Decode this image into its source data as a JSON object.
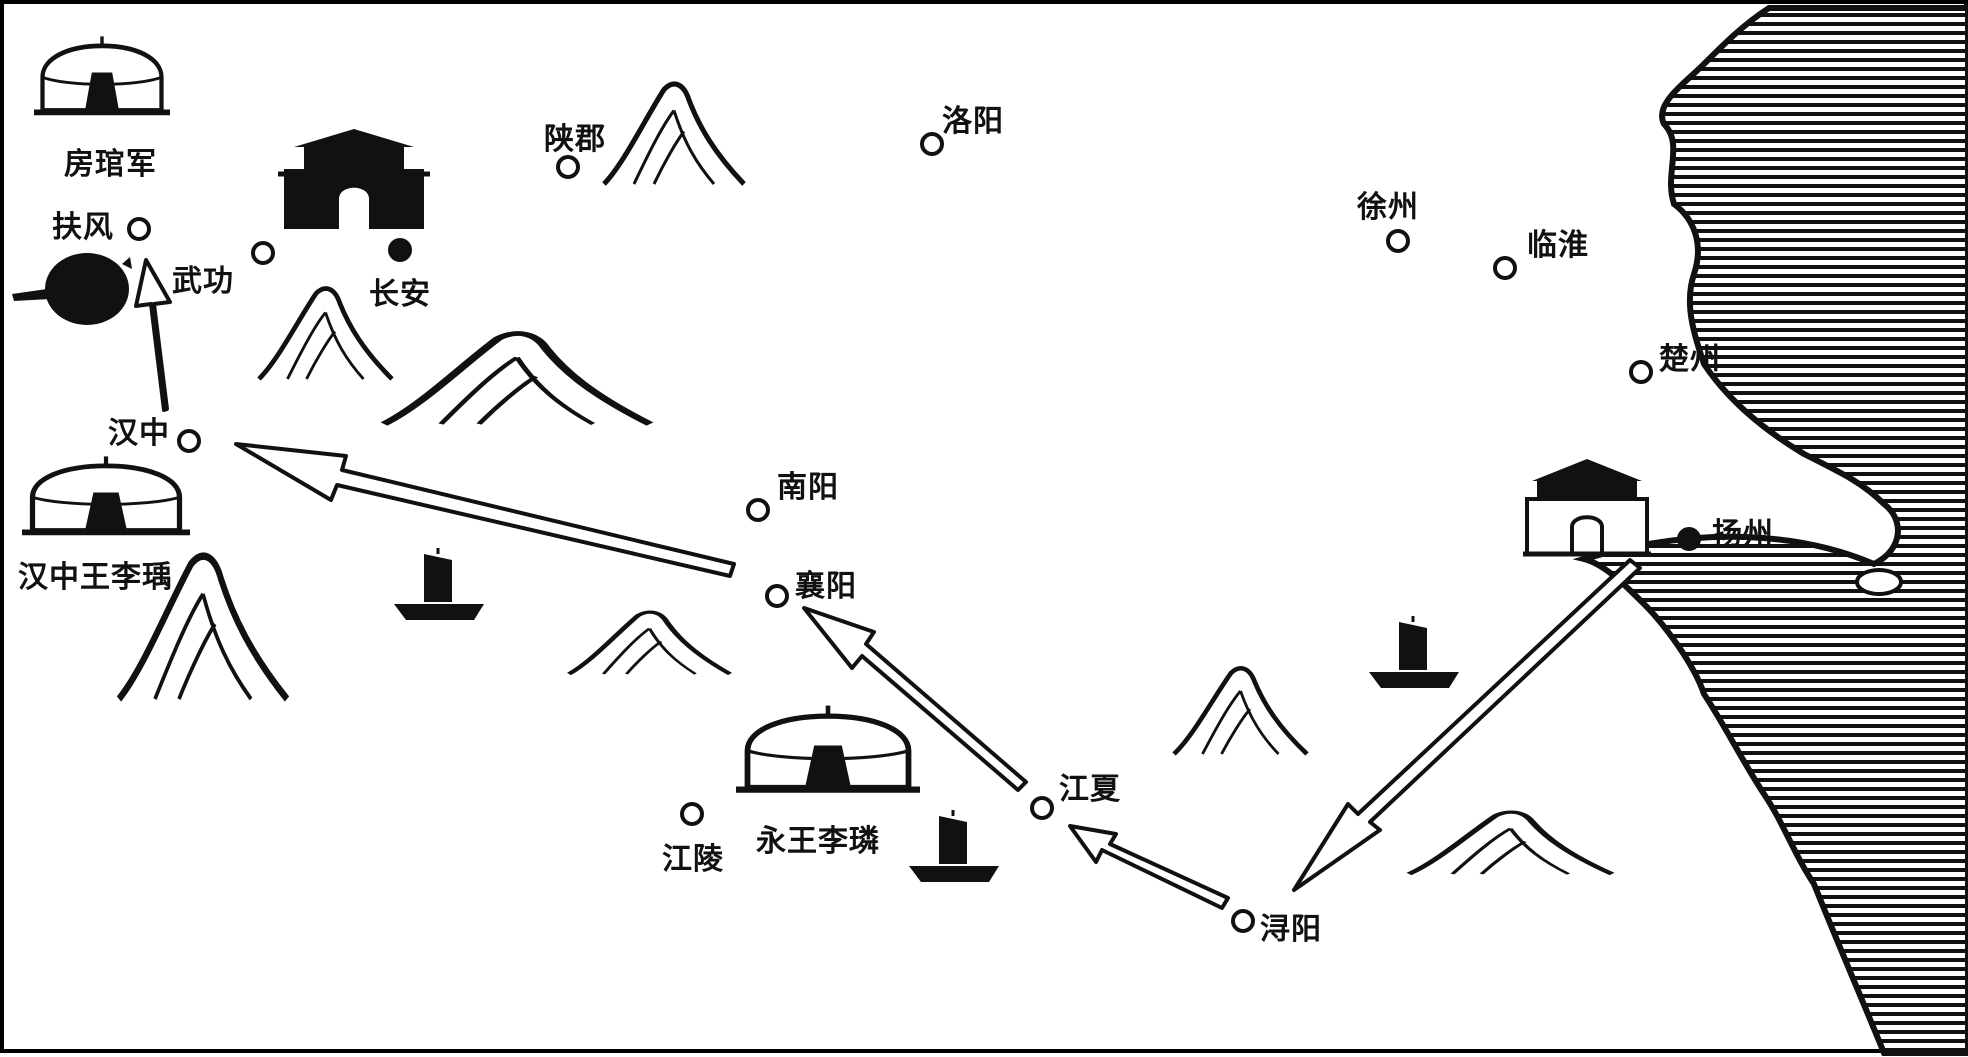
{
  "colors": {
    "ink": "#111111",
    "paper": "#ffffff",
    "sea_hatch": "#111111"
  },
  "places": {
    "fangguan_army": "房琯军",
    "fufeng": "扶风",
    "wugong": "武功",
    "changan": "长安",
    "shanjun": "陕郡",
    "luoyang": "洛阳",
    "xuzhou": "徐州",
    "linhuai": "临淮",
    "chuzhou": "楚州",
    "hanzhong": "汉中",
    "hanzhong_king": "汉中王李瑀",
    "nanyang": "南阳",
    "xiangyang": "襄阳",
    "yangzhou": "扬州",
    "jiangxia": "江夏",
    "jiangling": "江陵",
    "yong_king": "永王李璘",
    "xunyang": "浔阳"
  },
  "icons": [
    "tent-icon",
    "palace-icon",
    "mountain-icon",
    "junk-boat-icon",
    "horse-icon",
    "sea-hatch"
  ]
}
